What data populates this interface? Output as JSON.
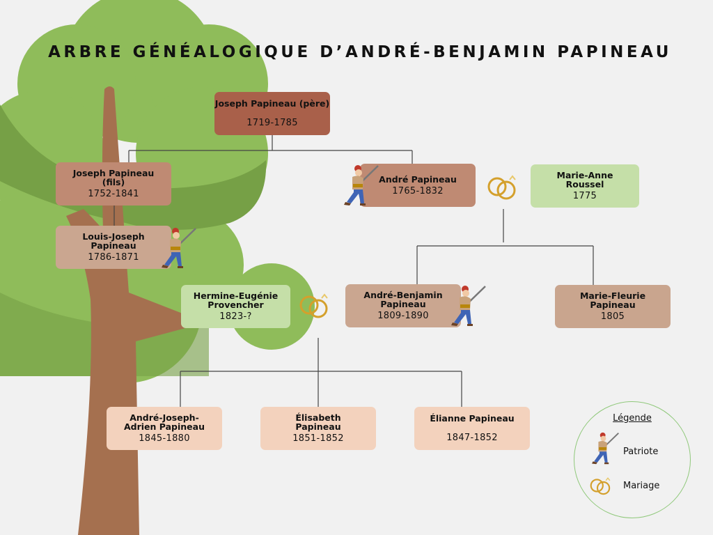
{
  "title": "ARBRE GÉNÉALOGIQUE D’ANDRÉ-BENJAMIN PAPINEAU",
  "people": {
    "joseph_pere": {
      "name": "Joseph Papineau (père)",
      "dates": "1719-1785"
    },
    "joseph_fils": {
      "name": "Joseph Papineau (fils)",
      "dates": "1752-1841"
    },
    "andre": {
      "name": "André Papineau",
      "dates": "1765-1832"
    },
    "marie_anne": {
      "name": "Marie-Anne Roussel",
      "dates": "1775"
    },
    "louis_joseph": {
      "name": "Louis-Joseph Papineau",
      "dates": "1786-1871"
    },
    "hermine": {
      "name": "Hermine-Eugénie Provencher",
      "dates": "1823-?"
    },
    "andre_benjamin": {
      "name": "André-Benjamin Papineau",
      "dates": "1809-1890"
    },
    "marie_fleurie": {
      "name": "Marie-Fleurie Papineau",
      "dates": "1805"
    },
    "andre_joseph": {
      "name": "André-Joseph-Adrien Papineau",
      "dates": "1845-1880"
    },
    "elisabeth": {
      "name": "Élisabeth Papineau",
      "dates": "1851-1852"
    },
    "elianne": {
      "name": "Élianne Papineau",
      "dates": "1847-1852"
    }
  },
  "legend": {
    "title": "Légende",
    "patriot": "Patriote",
    "marriage": "Mariage"
  },
  "colors": {
    "tree_light": "#8fbc5a",
    "tree_dark": "#76a046",
    "trunk": "#a5704f"
  }
}
